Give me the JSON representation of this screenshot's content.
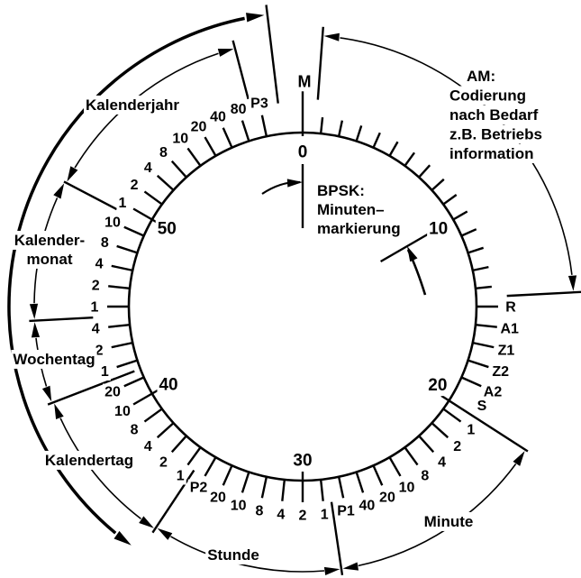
{
  "figure": {
    "background": "#ffffff",
    "ink": "#000000"
  },
  "dial": {
    "seconds_total": 60,
    "direction": "clockwise",
    "minute_marker": "M",
    "inner_second_labels": [
      {
        "sec": 0,
        "text": "0"
      },
      {
        "sec": 10,
        "text": "10"
      },
      {
        "sec": 20,
        "text": "20"
      },
      {
        "sec": 30,
        "text": "30"
      },
      {
        "sec": 40,
        "text": "40"
      },
      {
        "sec": 50,
        "text": "50"
      }
    ],
    "plain_tick_seconds": [
      1,
      2,
      3,
      4,
      5,
      6,
      7,
      8,
      9,
      10,
      11,
      12,
      13,
      14
    ],
    "bit_labels": [
      {
        "sec": 15,
        "text": "R"
      },
      {
        "sec": 16,
        "text": "A1"
      },
      {
        "sec": 17,
        "text": "Z1"
      },
      {
        "sec": 18,
        "text": "Z2"
      },
      {
        "sec": 19,
        "text": "A2"
      },
      {
        "sec": 20,
        "text": "S"
      },
      {
        "sec": 21,
        "text": "1"
      },
      {
        "sec": 22,
        "text": "2"
      },
      {
        "sec": 23,
        "text": "4"
      },
      {
        "sec": 24,
        "text": "8"
      },
      {
        "sec": 25,
        "text": "10"
      },
      {
        "sec": 26,
        "text": "20"
      },
      {
        "sec": 27,
        "text": "40"
      },
      {
        "sec": 28,
        "text": "P1"
      },
      {
        "sec": 29,
        "text": "1"
      },
      {
        "sec": 30,
        "text": "2"
      },
      {
        "sec": 31,
        "text": "4"
      },
      {
        "sec": 32,
        "text": "8"
      },
      {
        "sec": 33,
        "text": "10"
      },
      {
        "sec": 34,
        "text": "20"
      },
      {
        "sec": 35,
        "text": "P2"
      },
      {
        "sec": 36,
        "text": "1"
      },
      {
        "sec": 37,
        "text": "2"
      },
      {
        "sec": 38,
        "text": "4"
      },
      {
        "sec": 39,
        "text": "8"
      },
      {
        "sec": 40,
        "text": "10"
      },
      {
        "sec": 41,
        "text": "20"
      },
      {
        "sec": 42,
        "text": "1"
      },
      {
        "sec": 43,
        "text": "2"
      },
      {
        "sec": 44,
        "text": "4"
      },
      {
        "sec": 45,
        "text": "1"
      },
      {
        "sec": 46,
        "text": "2"
      },
      {
        "sec": 47,
        "text": "4"
      },
      {
        "sec": 48,
        "text": "8"
      },
      {
        "sec": 49,
        "text": "10"
      },
      {
        "sec": 50,
        "text": "1"
      },
      {
        "sec": 51,
        "text": "2"
      },
      {
        "sec": 52,
        "text": "4"
      },
      {
        "sec": 53,
        "text": "8"
      },
      {
        "sec": 54,
        "text": "10"
      },
      {
        "sec": 55,
        "text": "20"
      },
      {
        "sec": 56,
        "text": "40"
      },
      {
        "sec": 57,
        "text": "80"
      },
      {
        "sec": 58,
        "text": "P3"
      }
    ],
    "outer_bracket": {
      "from_sec": 35.9,
      "to_sec": 58.8
    }
  },
  "segments": [
    {
      "name": "am",
      "from_sec": 0.7,
      "to_sec": 14.5,
      "label_lines": [
        "AM:",
        "Codierung",
        "nach Bedarf",
        "z.B. Betriebs",
        "information"
      ]
    },
    {
      "name": "minute",
      "from_sec": 20.45,
      "to_sec": 28.6,
      "label_lines": [
        "Minute"
      ]
    },
    {
      "name": "stunde",
      "from_sec": 28.6,
      "to_sec": 35.6,
      "label_lines": [
        "Stunde"
      ]
    },
    {
      "name": "kalendertag",
      "from_sec": 35.6,
      "to_sec": 41.5,
      "label_lines": [
        "Kalendertag"
      ]
    },
    {
      "name": "wochentag",
      "from_sec": 41.5,
      "to_sec": 44.5,
      "label_lines": [
        "Wochentag"
      ]
    },
    {
      "name": "kalendermonat",
      "from_sec": 44.5,
      "to_sec": 49.6,
      "label_lines": [
        "Kalender-",
        "monat"
      ]
    },
    {
      "name": "kalenderjahr",
      "from_sec": 49.6,
      "to_sec": 57.55,
      "label_lines": [
        "Kalenderjahr"
      ]
    }
  ],
  "annotations": {
    "bpsk": {
      "lines": [
        "BPSK:",
        "Minuten–",
        "markierung"
      ]
    },
    "am_note_target_sec": 14.5,
    "bpsk_target": "minute start line"
  }
}
